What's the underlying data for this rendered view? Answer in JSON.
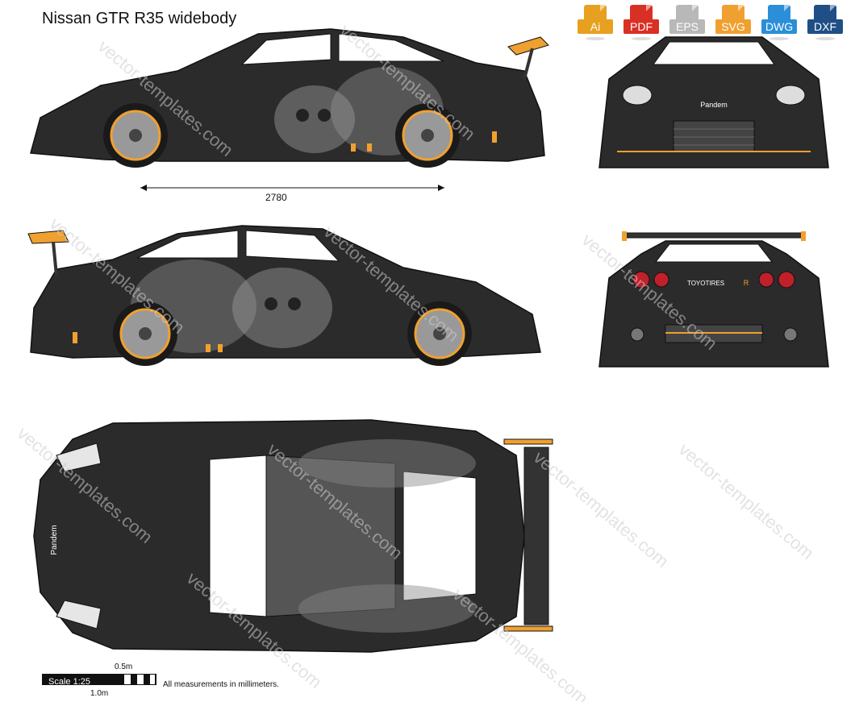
{
  "title": "Nissan GTR R35 widebody",
  "formats": [
    {
      "label": "Ai",
      "color": "#e8a020",
      "icon": "ai-file-icon"
    },
    {
      "label": "PDF",
      "color": "#d93025",
      "icon": "pdf-file-icon"
    },
    {
      "label": "EPS",
      "color": "#b8b8b8",
      "icon": "eps-file-icon"
    },
    {
      "label": "SVG",
      "color": "#f0a030",
      "icon": "svg-file-icon"
    },
    {
      "label": "DWG",
      "color": "#2a8fd8",
      "icon": "dwg-file-icon"
    },
    {
      "label": "DXF",
      "color": "#1f4f86",
      "icon": "dxf-file-icon"
    }
  ],
  "wheelbase_label": "2780",
  "front_badge": "Pandem",
  "rear_badge": "TOYOTIRES",
  "rear_emblem": "R",
  "roof_badge": "Pandem",
  "scale": {
    "label": "Scale 1:25",
    "half": "0.5m",
    "one": "1.0m"
  },
  "note": "All measurements in millimeters.",
  "watermark": "vector-templates.com",
  "colors": {
    "body": "#2b2b2b",
    "accent": "#f0a030",
    "window": "#ffffff",
    "wheel": "#999999"
  }
}
